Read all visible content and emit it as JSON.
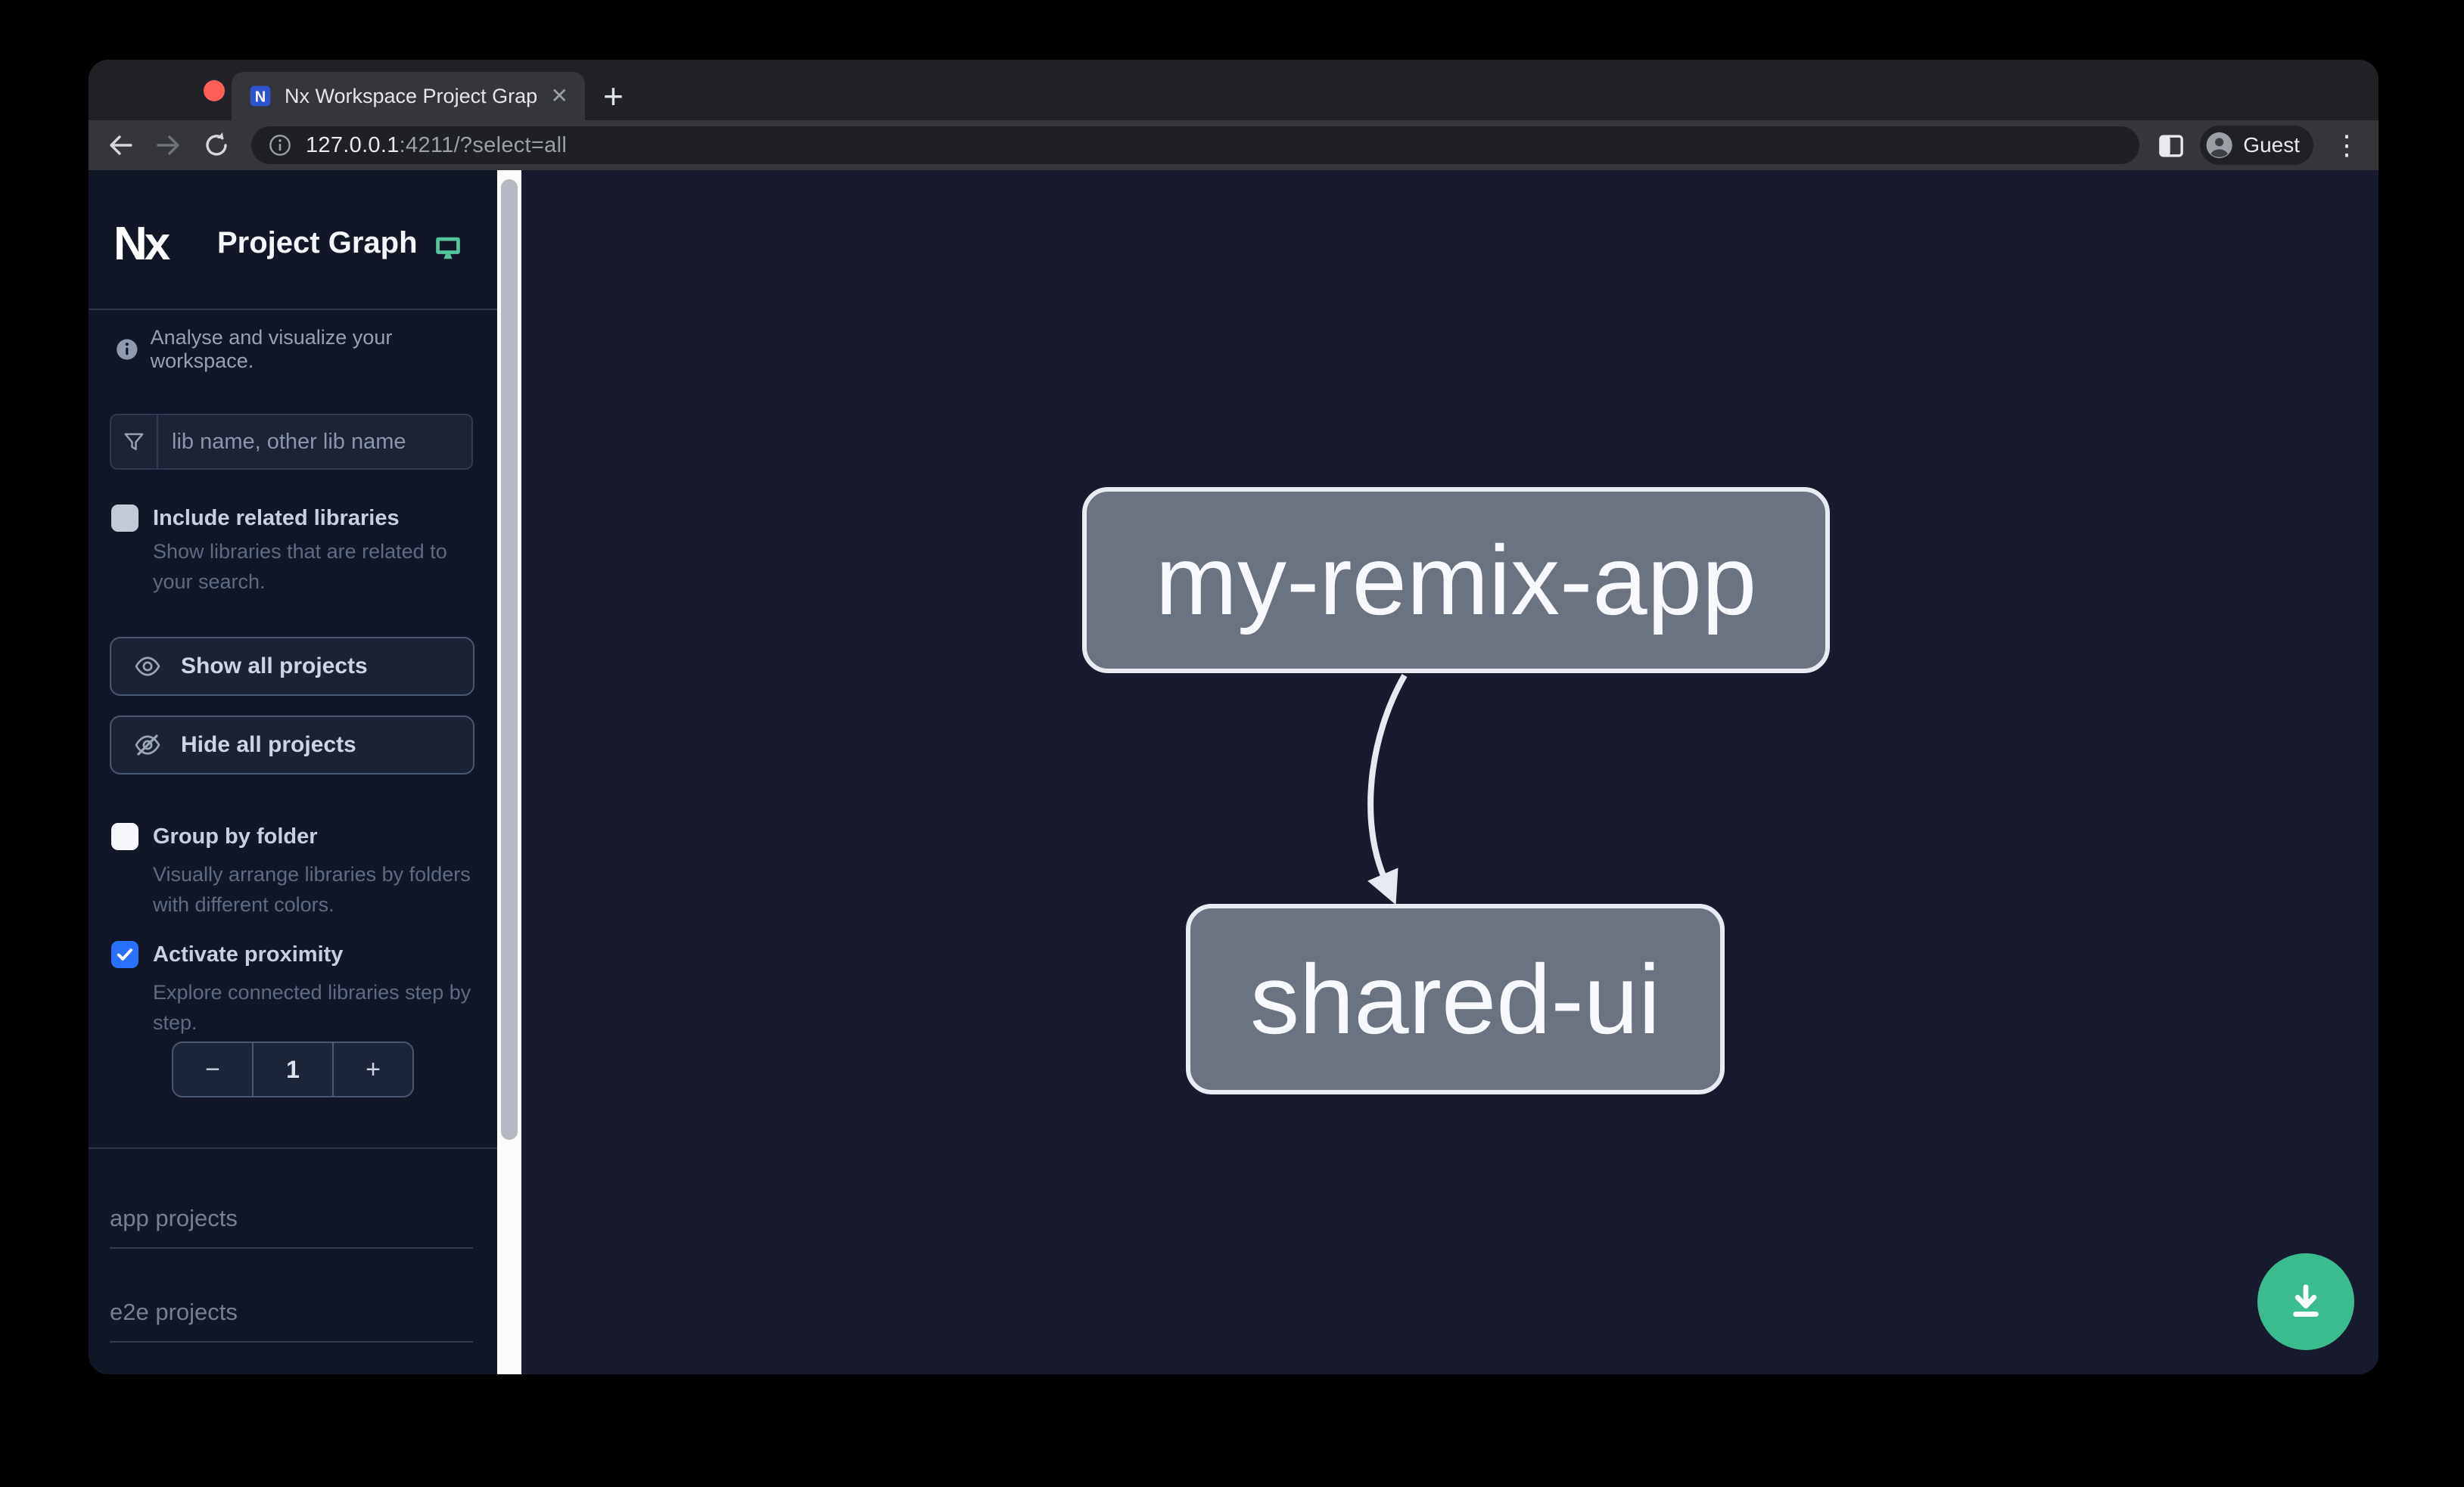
{
  "browser": {
    "tab_title": "Nx Workspace Project Graph",
    "url": {
      "host": "127.0.0.1",
      "rest": ":4211/?select=all"
    },
    "profile_label": "Guest",
    "icons": {
      "close_tab": "✕",
      "new_tab": "+",
      "menu_kebab": "⋮"
    },
    "traffic_lights": {
      "red": "#ff5f57",
      "yellow": "#febc2e",
      "green": "#2ac840"
    }
  },
  "sidebar": {
    "brand": "Nx",
    "title": "Project Graph",
    "tagline": "Analyse and visualize your workspace.",
    "filter_placeholder": "lib name, other lib name",
    "checkboxes": [
      {
        "label": "Include related libraries",
        "description": "Show libraries that are related to your search.",
        "checked": false
      },
      {
        "label": "Group by folder",
        "description": "Visually arrange libraries by folders with different colors.",
        "checked": false
      },
      {
        "label": "Activate proximity",
        "description": "Explore connected libraries step by step.",
        "checked": true
      }
    ],
    "buttons": [
      {
        "label": "Show all projects"
      },
      {
        "label": "Hide all projects"
      }
    ],
    "stepper": {
      "decrement": "−",
      "value": "1",
      "increment": "+"
    },
    "sections": [
      {
        "label": "app projects"
      },
      {
        "label": "e2e projects"
      }
    ]
  },
  "graph": {
    "nodes": [
      {
        "id": "my-remix-app",
        "label": "my-remix-app"
      },
      {
        "id": "shared-ui",
        "label": "shared-ui"
      }
    ],
    "edges": [
      {
        "from": "my-remix-app",
        "to": "shared-ui"
      }
    ]
  },
  "colors": {
    "accent_green": "#3bbc8e",
    "checkbox_blue": "#2970ff",
    "node_fill": "#6b7280",
    "canvas_bg": "#171b2d",
    "sidebar_bg": "#111727"
  }
}
